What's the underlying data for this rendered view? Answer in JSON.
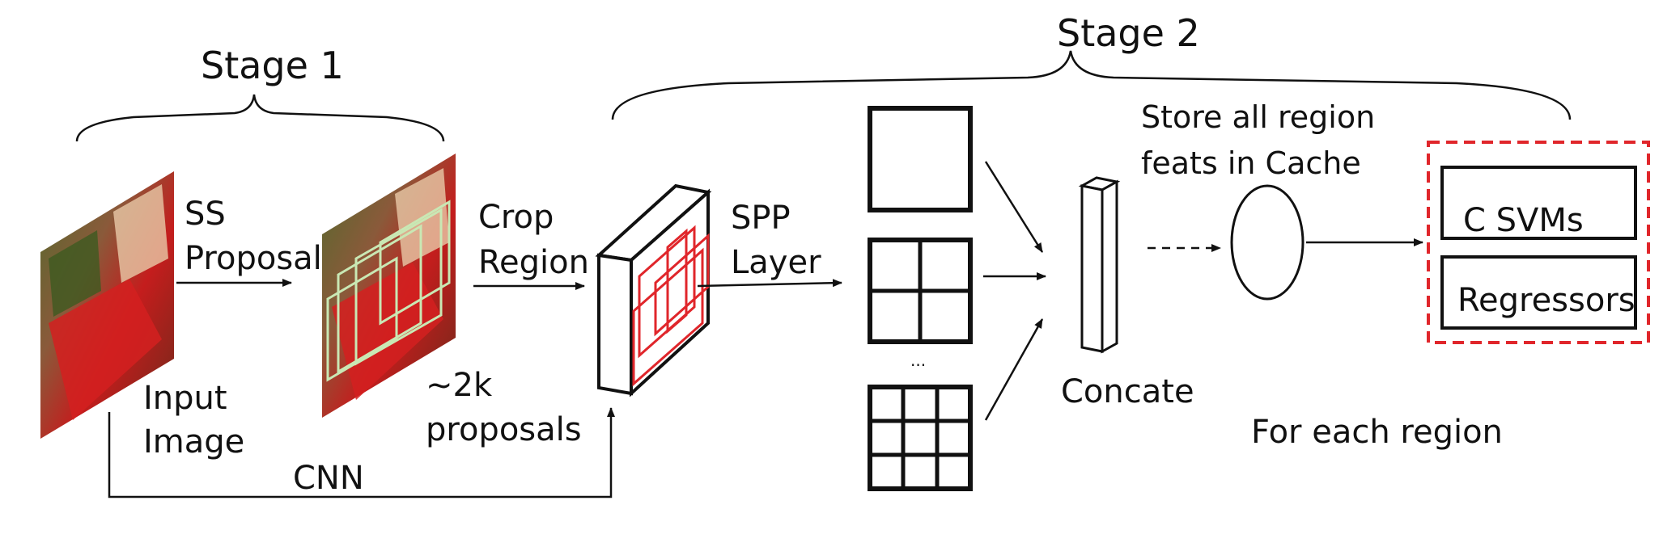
{
  "stage1": {
    "title": "Stage 1"
  },
  "stage2": {
    "title": "Stage 2"
  },
  "input": {
    "line1": "Input",
    "line2": "Image"
  },
  "ss_proposal": {
    "line1": "SS",
    "line2": "Proposal"
  },
  "proposals": {
    "line1": "~2k",
    "line2": "proposals"
  },
  "crop_region": {
    "line1": "Crop",
    "line2": "Region"
  },
  "cnn": {
    "label": "CNN"
  },
  "spp": {
    "line1": "SPP",
    "line2": "Layer"
  },
  "ellipsis": {
    "label": "..."
  },
  "concate": {
    "label": "Concate"
  },
  "cache": {
    "line1": "Store all region",
    "line2": "feats in Cache"
  },
  "heads": {
    "svm_label": "C SVMs",
    "reg_label": "Regressors",
    "footer": "For each region"
  },
  "colors": {
    "accent": "#e0262b",
    "line": "#111111"
  }
}
